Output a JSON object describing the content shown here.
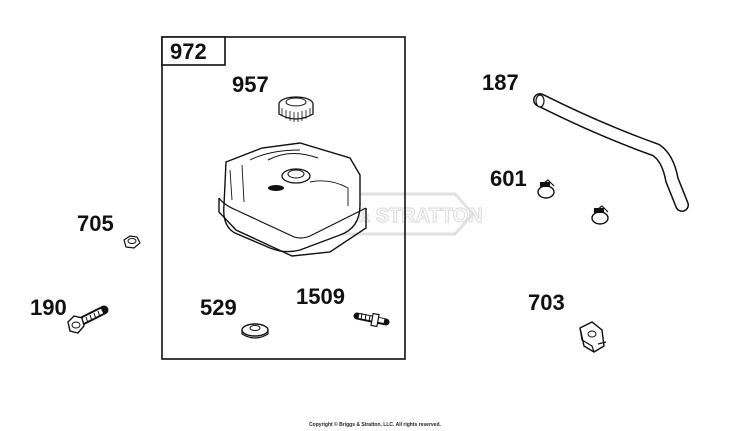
{
  "diagram": {
    "assembly_label": "972",
    "callouts": {
      "fuel_cap": "957",
      "fuel_line": "187",
      "hose_clamp": "601",
      "nut": "705",
      "bolt": "190",
      "washer": "529",
      "stud": "1509",
      "clip": "703"
    },
    "watermark": "BRIGGS & STRATTON",
    "copyright": "Copyright © Briggs & Stratton, LLC. All rights reserved.",
    "colors": {
      "line": "#111111",
      "watermark": "#dcdcdc"
    }
  }
}
